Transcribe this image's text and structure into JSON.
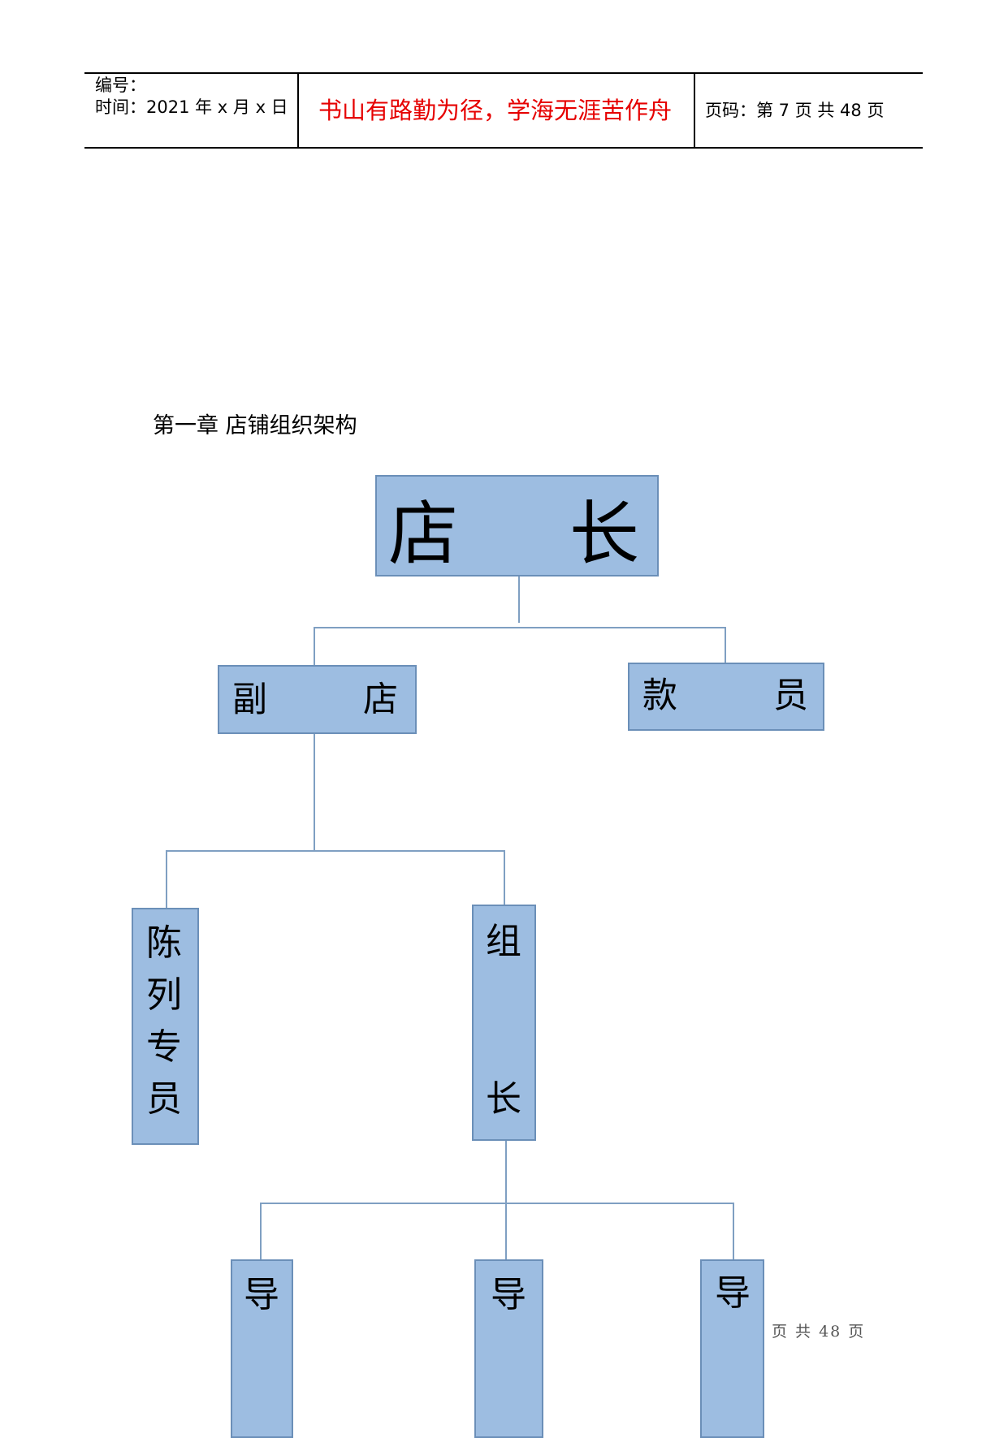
{
  "header": {
    "number_label": "编号：",
    "time_label": "时间：2021 年 x 月 x 日",
    "motto": "书山有路勤为径，学海无涯苦作舟",
    "page_info": "页码：第 7 页  共 48 页"
  },
  "chapter_title": "第一章    店铺组织架构",
  "org": {
    "top": {
      "char1": "店",
      "char2": "长"
    },
    "deputy": {
      "char1": "副",
      "char2": "店"
    },
    "cashier": {
      "char1": "款",
      "char2": "员"
    },
    "display": {
      "chars": [
        "陈",
        "列",
        "专",
        "员"
      ]
    },
    "team_leader": {
      "char1": "组",
      "char2": "长"
    },
    "guides": [
      {
        "char": "导"
      },
      {
        "char": "导"
      },
      {
        "char": "导"
      }
    ]
  },
  "footer": "页 共 48 页",
  "colors": {
    "box_fill": "#9dbde1",
    "box_border": "#6b8fb8",
    "motto": "#e60000"
  }
}
